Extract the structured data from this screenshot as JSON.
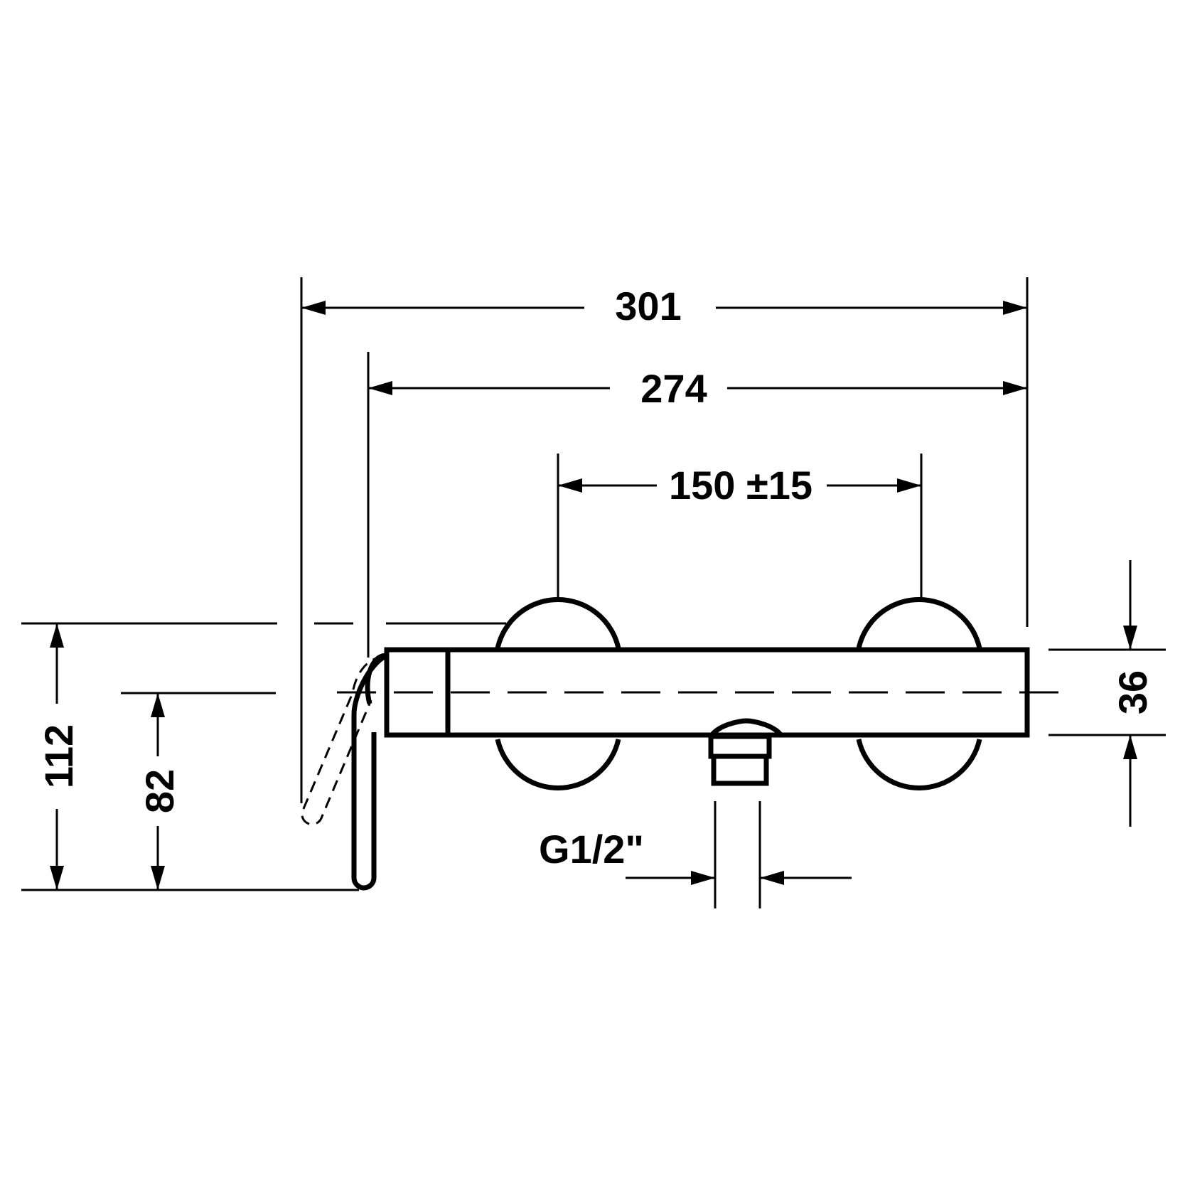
{
  "dimensions": {
    "overall_length": "301",
    "body_length": "274",
    "inlet_spacing": "150 ±15",
    "height_total": "112",
    "height_axis": "82",
    "body_diameter": "36",
    "outlet_thread": "G1/2\""
  }
}
